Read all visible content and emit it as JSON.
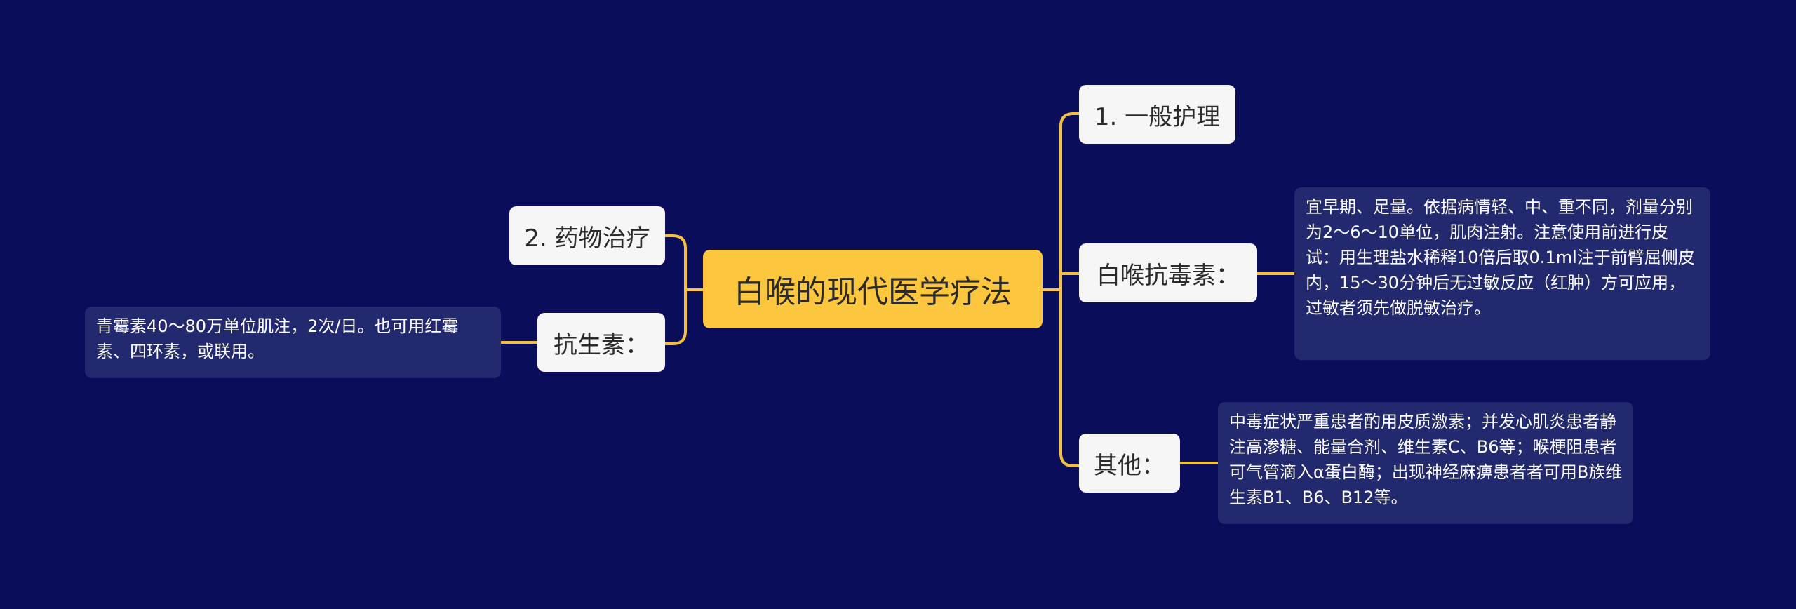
{
  "colors": {
    "background": "#0a0d5a",
    "root_fill": "#fcc63f",
    "branch_fill": "#f6f6f6",
    "note_fill": "#23296e",
    "connector": "#f5c13c"
  },
  "mindmap": {
    "root": "白喉的现代医学疗法",
    "right": [
      {
        "label": "1. 一般护理"
      },
      {
        "label": "白喉抗毒素：",
        "note": "宜早期、足量。依据病情轻、中、重不同，剂量分别为2～6～10单位，肌肉注射。注意使用前进行皮试：用生理盐水稀释10倍后取0.1ml注于前臂屈侧皮内，15～30分钟后无过敏反应（红肿）方可应用，过敏者须先做脱敏治疗。"
      },
      {
        "label": "其他：",
        "note": "中毒症状严重患者酌用皮质激素；并发心肌炎患者静注高渗糖、能量合剂、维生素C、B6等；喉梗阻患者可气管滴入α蛋白酶；出现神经麻痹患者者可用B族维生素B1、B6、B12等。"
      }
    ],
    "left": [
      {
        "label": "2. 药物治疗"
      },
      {
        "label": "抗生素：",
        "note": "青霉素40～80万单位肌注，2次/日。也可用红霉素、四环素，或联用。"
      }
    ]
  }
}
